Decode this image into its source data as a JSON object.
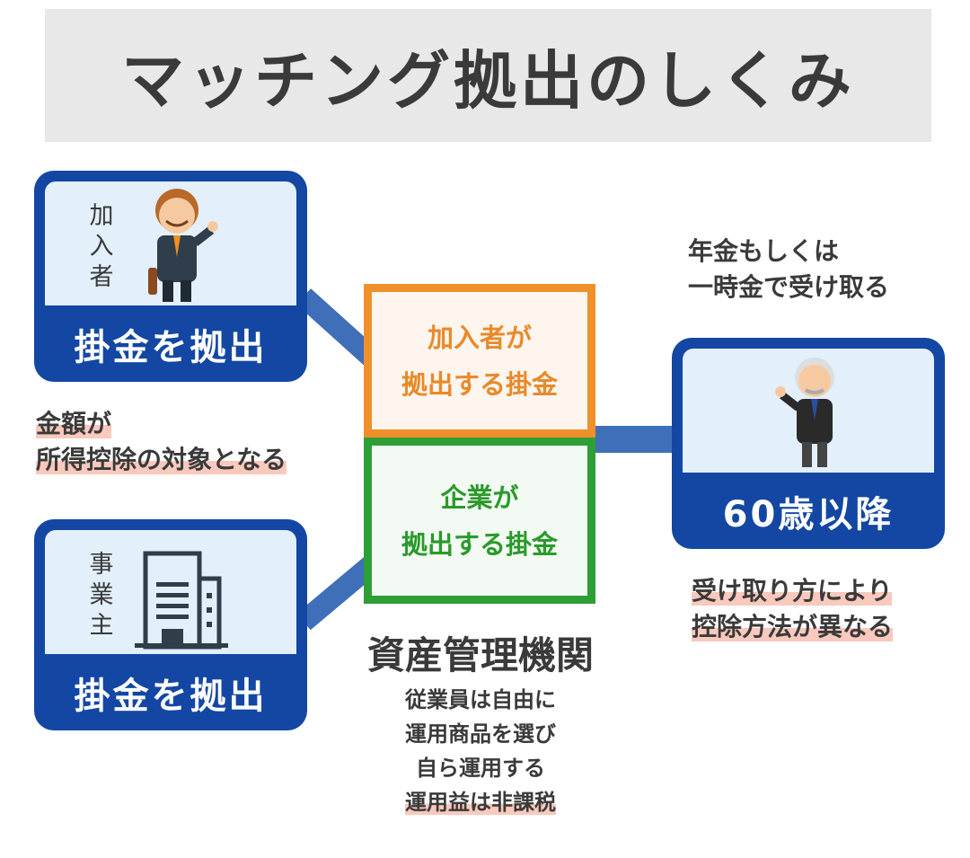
{
  "title": "マッチング拠出のしくみ",
  "member_box": {
    "label": "加入者",
    "action": "掛金を拠出"
  },
  "employer_box": {
    "label": "事業主",
    "action": "掛金を拠出"
  },
  "center": {
    "member_contribution": [
      "加入者が",
      "拠出する掛金"
    ],
    "employer_contribution": [
      "企業が",
      "拠出する掛金"
    ]
  },
  "retiree_box": {
    "action": "60歳以降"
  },
  "notes": {
    "deduction": [
      "金額が",
      "所得控除の対象となる"
    ],
    "receive": [
      "年金もしくは",
      "一時金で受け取る"
    ],
    "method": [
      "受け取り方により",
      "控除方法が異なる"
    ]
  },
  "institution": {
    "title": "資産管理機関",
    "lines": [
      "従業員は自由に",
      "運用商品を選び",
      "自ら運用する"
    ],
    "highlight": "運用益は非課税"
  },
  "colors": {
    "blue": "#1347a3",
    "orange": "#f0902a",
    "green": "#2e9e36",
    "highlight": "#f9c9bd"
  }
}
